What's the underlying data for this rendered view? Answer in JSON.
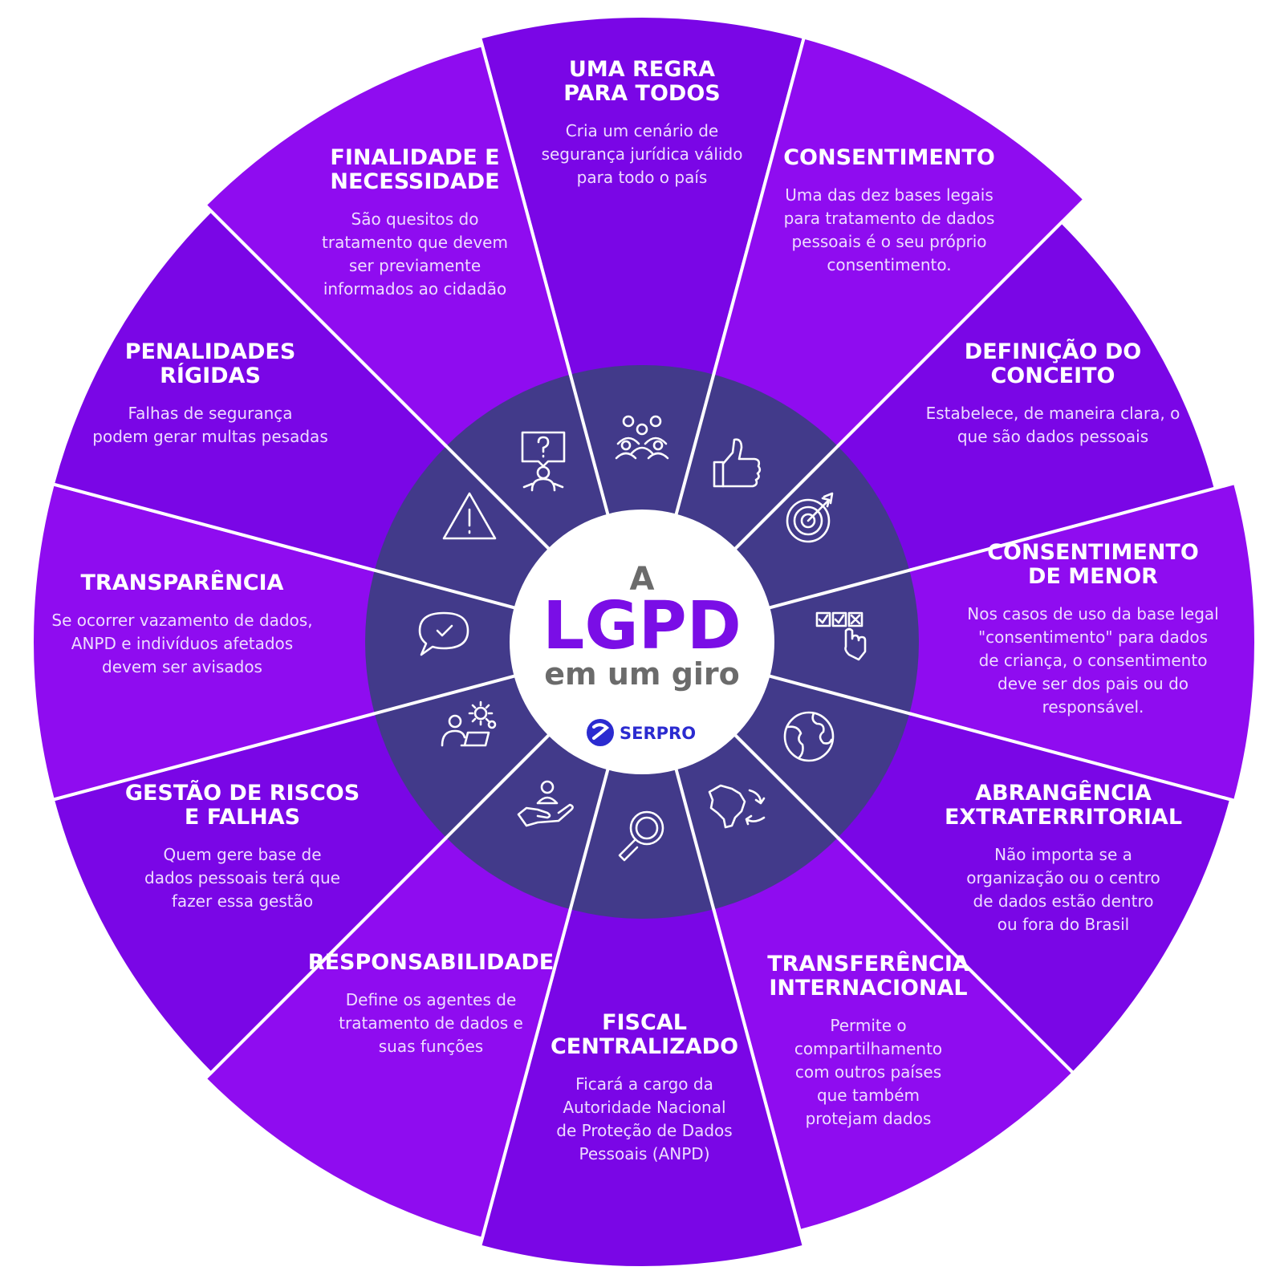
{
  "center": {
    "line1": "A",
    "line2": "LGPD",
    "line3": "em um giro",
    "brand": "SERPRO"
  },
  "colors": {
    "segment_dark": "#7a06e6",
    "segment_light": "#8f0cf0",
    "inner_ring": "#423a8a",
    "center_fill": "#ffffff",
    "title_accent": "#7a0ee6",
    "brand_blue": "#2b2bd0"
  },
  "segments": [
    {
      "icon": "people-group-icon",
      "title": [
        "UMA REGRA",
        "PARA TODOS"
      ],
      "desc": [
        "Cria um cenário de",
        "segurança jurídica válido",
        "para todo o país"
      ]
    },
    {
      "icon": "thumbs-up-icon",
      "title": [
        "CONSENTIMENTO"
      ],
      "desc": [
        "Uma das dez bases legais",
        "para tratamento de dados",
        "pessoais é o seu próprio",
        "consentimento."
      ]
    },
    {
      "icon": "target-icon",
      "title": [
        "DEFINIÇÃO DO",
        "CONCEITO"
      ],
      "desc": [
        "Estabelece, de maneira clara, o",
        "que são dados pessoais"
      ]
    },
    {
      "icon": "checkbox-click-icon",
      "title": [
        "CONSENTIMENTO",
        "DE MENOR"
      ],
      "desc": [
        "Nos casos de uso da base legal",
        "\"consentimento\" para dados",
        "de criança, o consentimento",
        "deve ser dos pais ou do",
        "responsável."
      ]
    },
    {
      "icon": "globe-icon",
      "title": [
        "ABRANGÊNCIA",
        "EXTRATERRITORIAL"
      ],
      "desc": [
        "Não importa se a",
        "organização ou o centro",
        "de dados estão dentro",
        "ou fora do Brasil"
      ]
    },
    {
      "icon": "brazil-map-arrows-icon",
      "title": [
        "TRANSFERÊNCIA",
        "INTERNACIONAL"
      ],
      "desc": [
        "Permite o",
        "compartilhamento",
        "com outros países",
        "que também",
        "protejam dados"
      ]
    },
    {
      "icon": "magnifier-icon",
      "title": [
        "FISCAL",
        "CENTRALIZADO"
      ],
      "desc": [
        "Ficará a cargo da",
        "Autoridade Nacional",
        "de Proteção de Dados",
        "Pessoais (ANPD)"
      ]
    },
    {
      "icon": "hand-person-icon",
      "title": [
        "RESPONSABILIDADE"
      ],
      "desc": [
        "Define os agentes de",
        "tratamento de dados e",
        "suas funções"
      ]
    },
    {
      "icon": "person-gear-laptop-icon",
      "title": [
        "GESTÃO DE RISCOS",
        "E FALHAS"
      ],
      "desc": [
        "Quem gere base de",
        "dados pessoais terá que",
        "fazer essa gestão"
      ]
    },
    {
      "icon": "chat-check-icon",
      "title": [
        "TRANSPARÊNCIA"
      ],
      "desc": [
        "Se ocorrer vazamento de dados,",
        "ANPD e indivíduos afetados",
        "devem ser avisados"
      ]
    },
    {
      "icon": "warning-icon",
      "title": [
        "PENALIDADES",
        "RÍGIDAS"
      ],
      "desc": [
        "Falhas de segurança",
        "podem gerar multas pesadas"
      ]
    },
    {
      "icon": "question-presenter-icon",
      "title": [
        "FINALIDADE E",
        "NECESSIDADE"
      ],
      "desc": [
        "São quesitos do",
        "tratamento que devem",
        "ser previamente",
        "informados ao cidadão"
      ]
    }
  ]
}
